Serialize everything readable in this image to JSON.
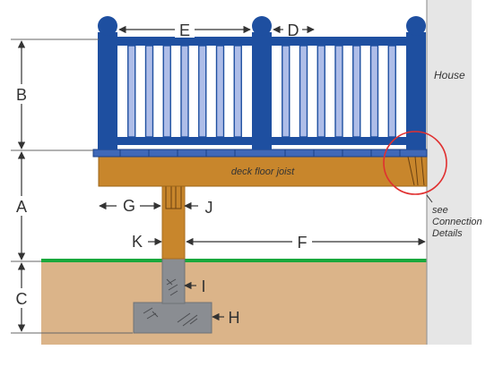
{
  "labels": {
    "A": "A",
    "B": "B",
    "C": "C",
    "D": "D",
    "E": "E",
    "F": "F",
    "G": "G",
    "H": "H",
    "I": "I",
    "J": "J",
    "K": "K"
  },
  "text": {
    "house": "House",
    "deck_floor_joist": "deck floor joist",
    "see": "see",
    "connection": "Connection",
    "details": "Details"
  },
  "colors": {
    "railing": "#1e4fa0",
    "baluster": "#aebde8",
    "wood": "#c8862c",
    "soil": "#dbb489",
    "grass": "#19a83c",
    "concrete": "#8a8d92",
    "house": "#e6e6e6",
    "highlight_circle": "#e03030"
  }
}
